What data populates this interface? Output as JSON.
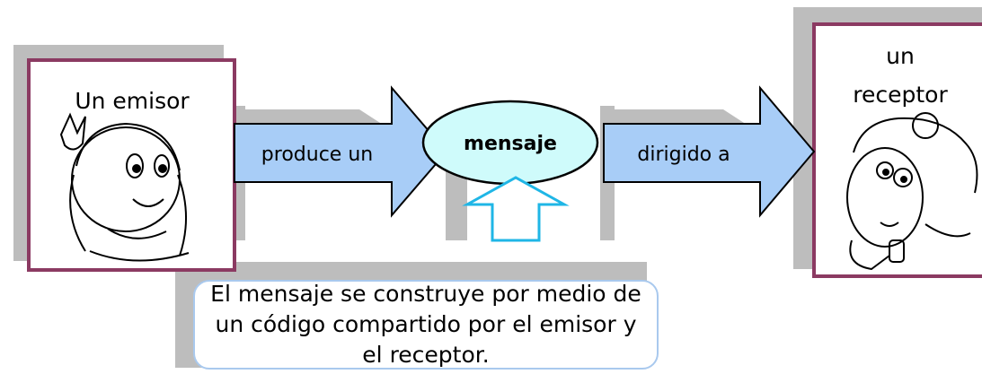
{
  "sender": {
    "label": "Un emisor"
  },
  "receiver": {
    "label_line1": "un",
    "label_line2": "receptor"
  },
  "arrow_left": {
    "label": "produce un"
  },
  "message": {
    "label": "mensaje"
  },
  "arrow_right": {
    "label": "dirigido a"
  },
  "note": {
    "text": "El mensaje se construye por medio de un código compartido por el emisor y el receptor."
  },
  "colors": {
    "frame": "#8b3a62",
    "arrow_fill": "#a8cdf7",
    "arrow_stroke": "#000000",
    "ellipse_fill": "#cffbfb",
    "shadow": "#bdbdbd",
    "up_arrow_stroke": "#1fb6e6",
    "note_border": "#a9c9ee"
  },
  "icons": {
    "sender_illustration": "girl-waving-icon",
    "receiver_illustration": "girl-thinking-icon"
  }
}
